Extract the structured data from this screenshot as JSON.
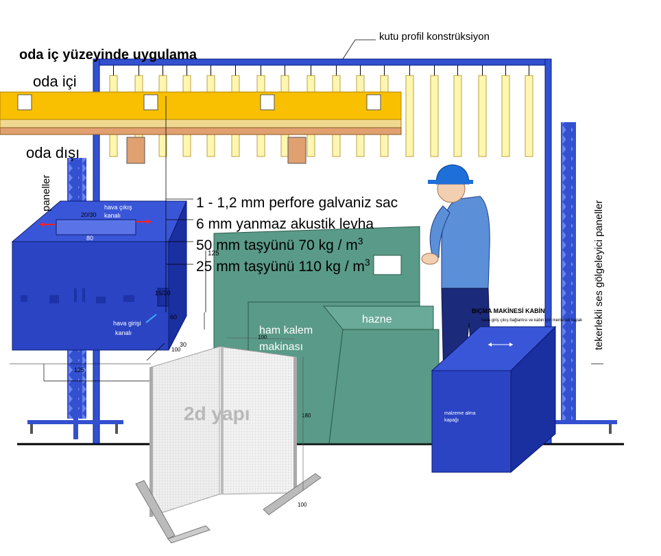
{
  "labels": {
    "heading": "oda iç yüzeyinde uygulama",
    "inside": "oda içi",
    "outside": "oda dışı",
    "frame": "kutu profil konstrüksiyon",
    "left_panels": "paneller",
    "right_panels": "tekerlekli ses gölgeleyici paneller",
    "hopper": "hazne",
    "machine": "ham kalem makinası",
    "watermark": "2d yapı"
  },
  "layers": [
    {
      "text": "1 - 1,2 mm perfore galvaniz sac"
    },
    {
      "text": "6 mm yanmaz akustik levha"
    },
    {
      "text": "50 mm taşyünü 70 kg / m",
      "sup": "3"
    },
    {
      "text": "25 mm taşyünü 110 kg / m",
      "sup": "3"
    }
  ],
  "left_cabin": {
    "exhaust": "hava çıkış kanalı",
    "intake": "hava girişi kanalı",
    "dim_exhaust": "20/30",
    "dim_width": "80",
    "dim_intake": "15/20",
    "dim_60": "60",
    "dim_30": "30",
    "dim_100": "100",
    "dim_125": "125"
  },
  "right_cabin": {
    "title": "BIÇMA MAKİNESİ KABİN",
    "subtitle": "hava giriş çıkış bağlantısı ve kabin için menteşeli kapak",
    "door": "malzeme alma kapağı"
  },
  "screen": {
    "dim_100_a": "100",
    "dim_100_b": "100",
    "dim_180": "180"
  },
  "dims": {
    "machine_125": "125"
  },
  "colors": {
    "frame_blue": "#3350d0",
    "cabin_blue": "#2a44c4",
    "beam_yellow": "#f8c000",
    "beam_orange": "#e0a070",
    "slat": "#fff6b0",
    "machine_green": "#5a9a88",
    "worker_shirt": "#5b8fd8"
  }
}
